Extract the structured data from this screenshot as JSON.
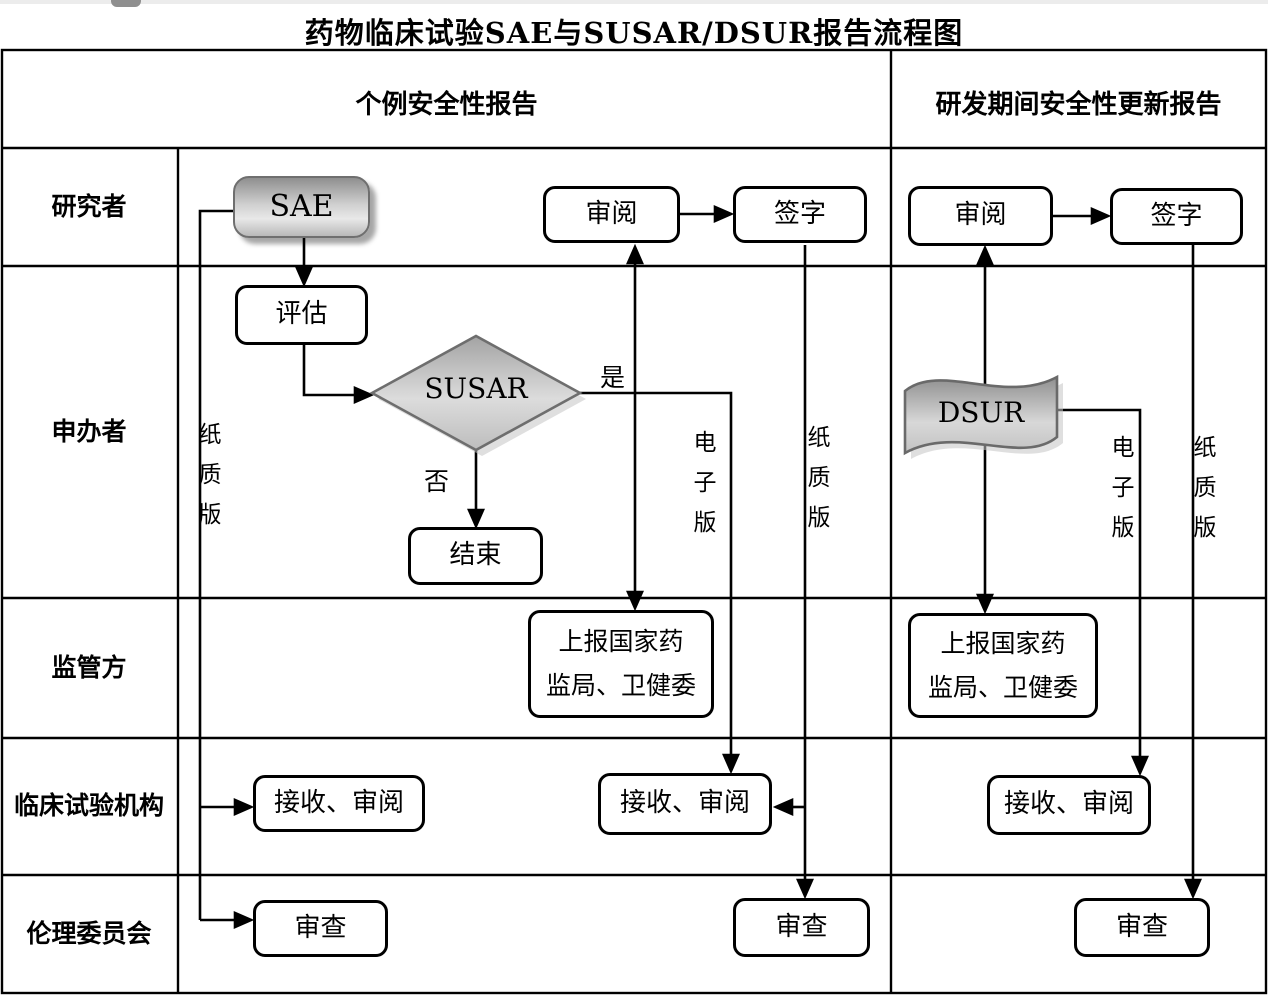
{
  "title": "药物临床试验SAE与SUSAR/DSUR报告流程图",
  "sections": {
    "left_header": "个例安全性报告",
    "right_header": "研发期间安全性更新报告"
  },
  "lanes": {
    "researcher": "研究者",
    "sponsor": "申办者",
    "regulator": "监管方",
    "institution": "临床试验机构",
    "ethics": "伦理委员会"
  },
  "left": {
    "sae": "SAE",
    "assess": "评估",
    "susar": "SUSAR",
    "yes_label": "是",
    "no_label": "否",
    "end": "结束",
    "review": "审阅",
    "sign": "签字",
    "report_line1": "上报国家药",
    "report_line2": "监局、卫健委",
    "receive_review_mid": "接收、审阅",
    "receive_review": "接收、审阅",
    "examine_mid": "审查",
    "examine": "审查",
    "paper_label_sae": "纸质版",
    "electronic_label": "电子版",
    "paper_label": "纸质版"
  },
  "right": {
    "dsur": "DSUR",
    "review": "审阅",
    "sign": "签字",
    "report_line1": "上报国家药",
    "report_line2": "监局、卫健委",
    "receive_review": "接收、审阅",
    "examine": "审查",
    "electronic_label": "电子版",
    "paper_label": "纸质版"
  }
}
